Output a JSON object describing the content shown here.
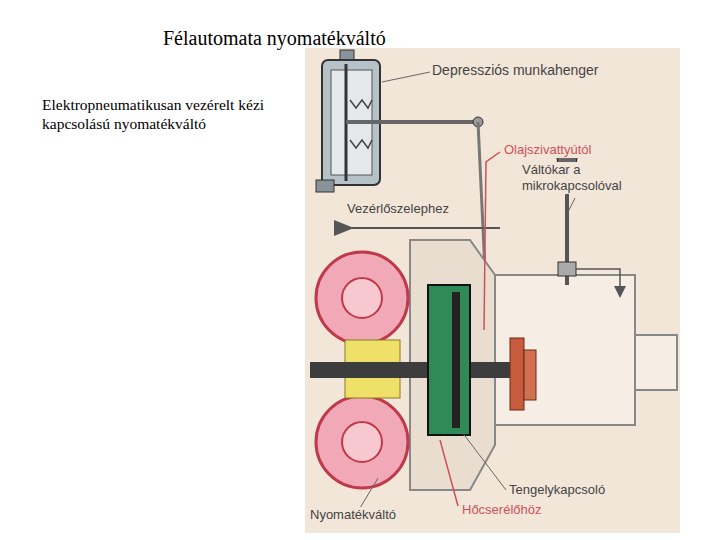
{
  "diagram": {
    "title": "Félautomata nyomatékváltó",
    "labels": [
      "Elektropneumatikusan vezérelt kézi kapcsolású nyomatékváltó",
      "Depressziós munkahenger",
      "Olajszivattyútól",
      "Váltókar a mikrokapcsolóval",
      "Vezérlőszelephez",
      "Tengelykapcsoló",
      "Nyomatékváltó",
      "Hőcserélőhöz"
    ]
  }
}
